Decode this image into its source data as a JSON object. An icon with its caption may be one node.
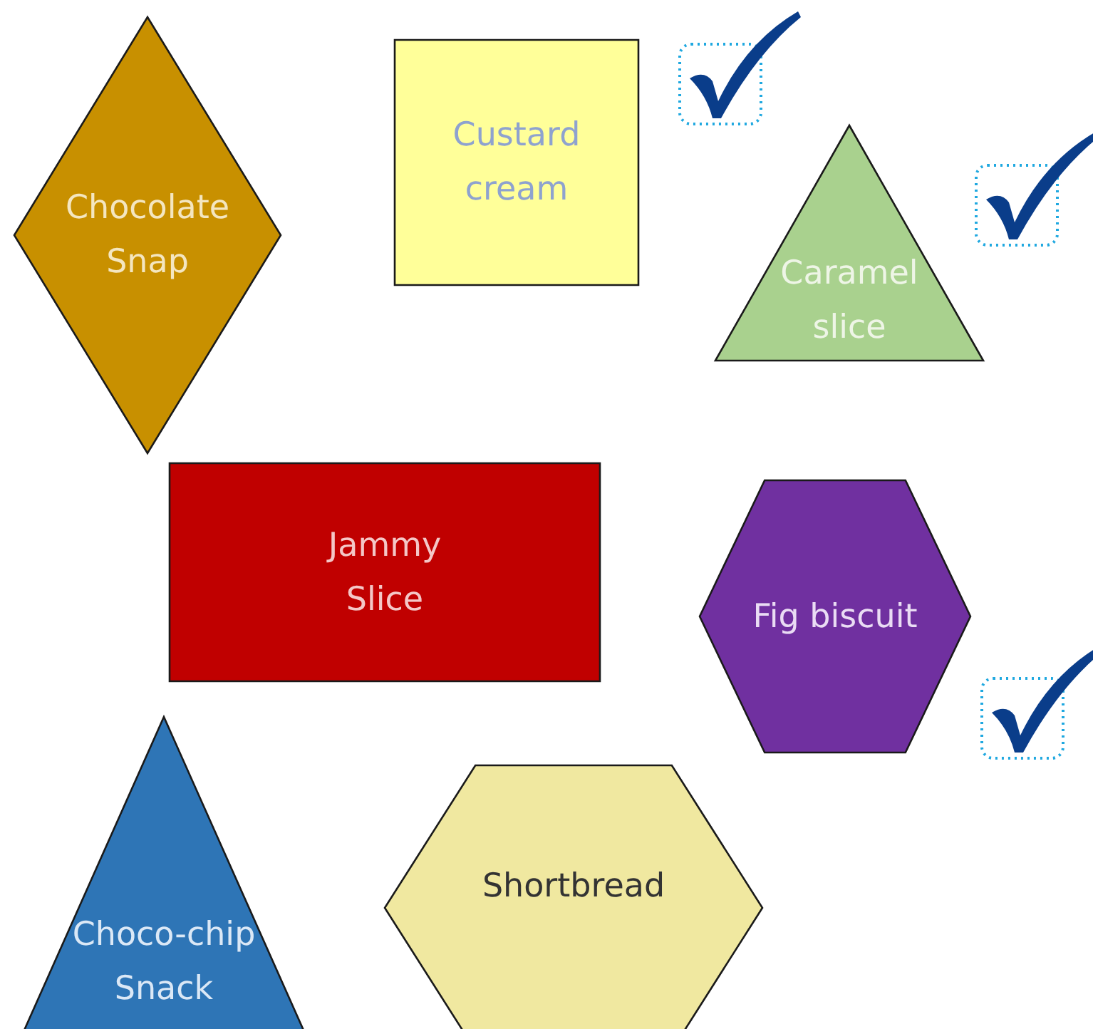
{
  "diagram": {
    "nodes": [
      {
        "text": [
          "Chocolate Snap"
        ]
      },
      {
        "text": [
          "Custard cream"
        ]
      },
      {
        "text": [
          "Caramel slice"
        ]
      },
      {
        "text": [
          "Jammy Slice"
        ]
      },
      {
        "text": [
          "Fig biscuit"
        ]
      },
      {
        "text": [
          "Choco-chip Snack"
        ]
      },
      {
        "text": [
          "Shortbread"
        ]
      }
    ]
  }
}
